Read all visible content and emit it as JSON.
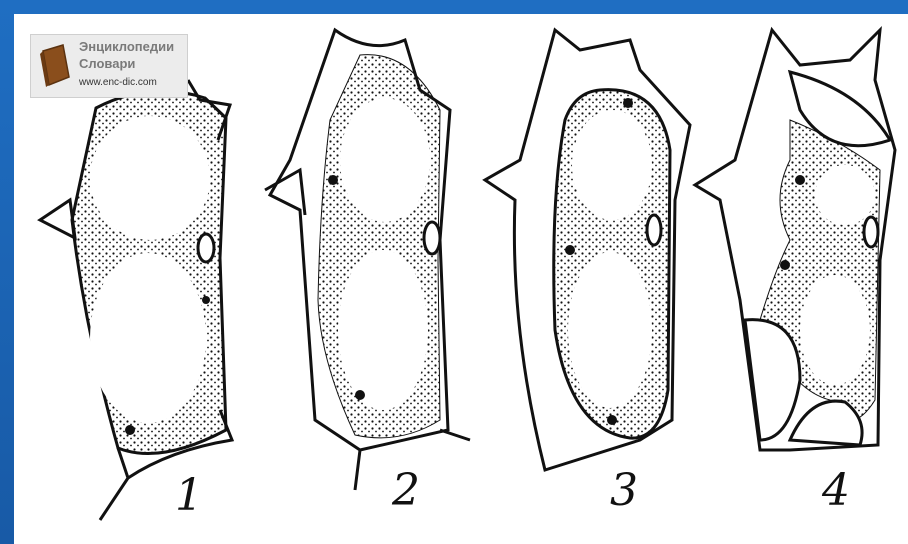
{
  "logo": {
    "line1": "Энциклопедии",
    "line2": "Словари",
    "line3": "www.enc-dic.com"
  },
  "figures": [
    {
      "label": "1"
    },
    {
      "label": "2"
    },
    {
      "label": "3"
    },
    {
      "label": "4"
    }
  ],
  "colors": {
    "background": "#1a63b5",
    "panel": "#ffffff",
    "ink": "#111111"
  }
}
